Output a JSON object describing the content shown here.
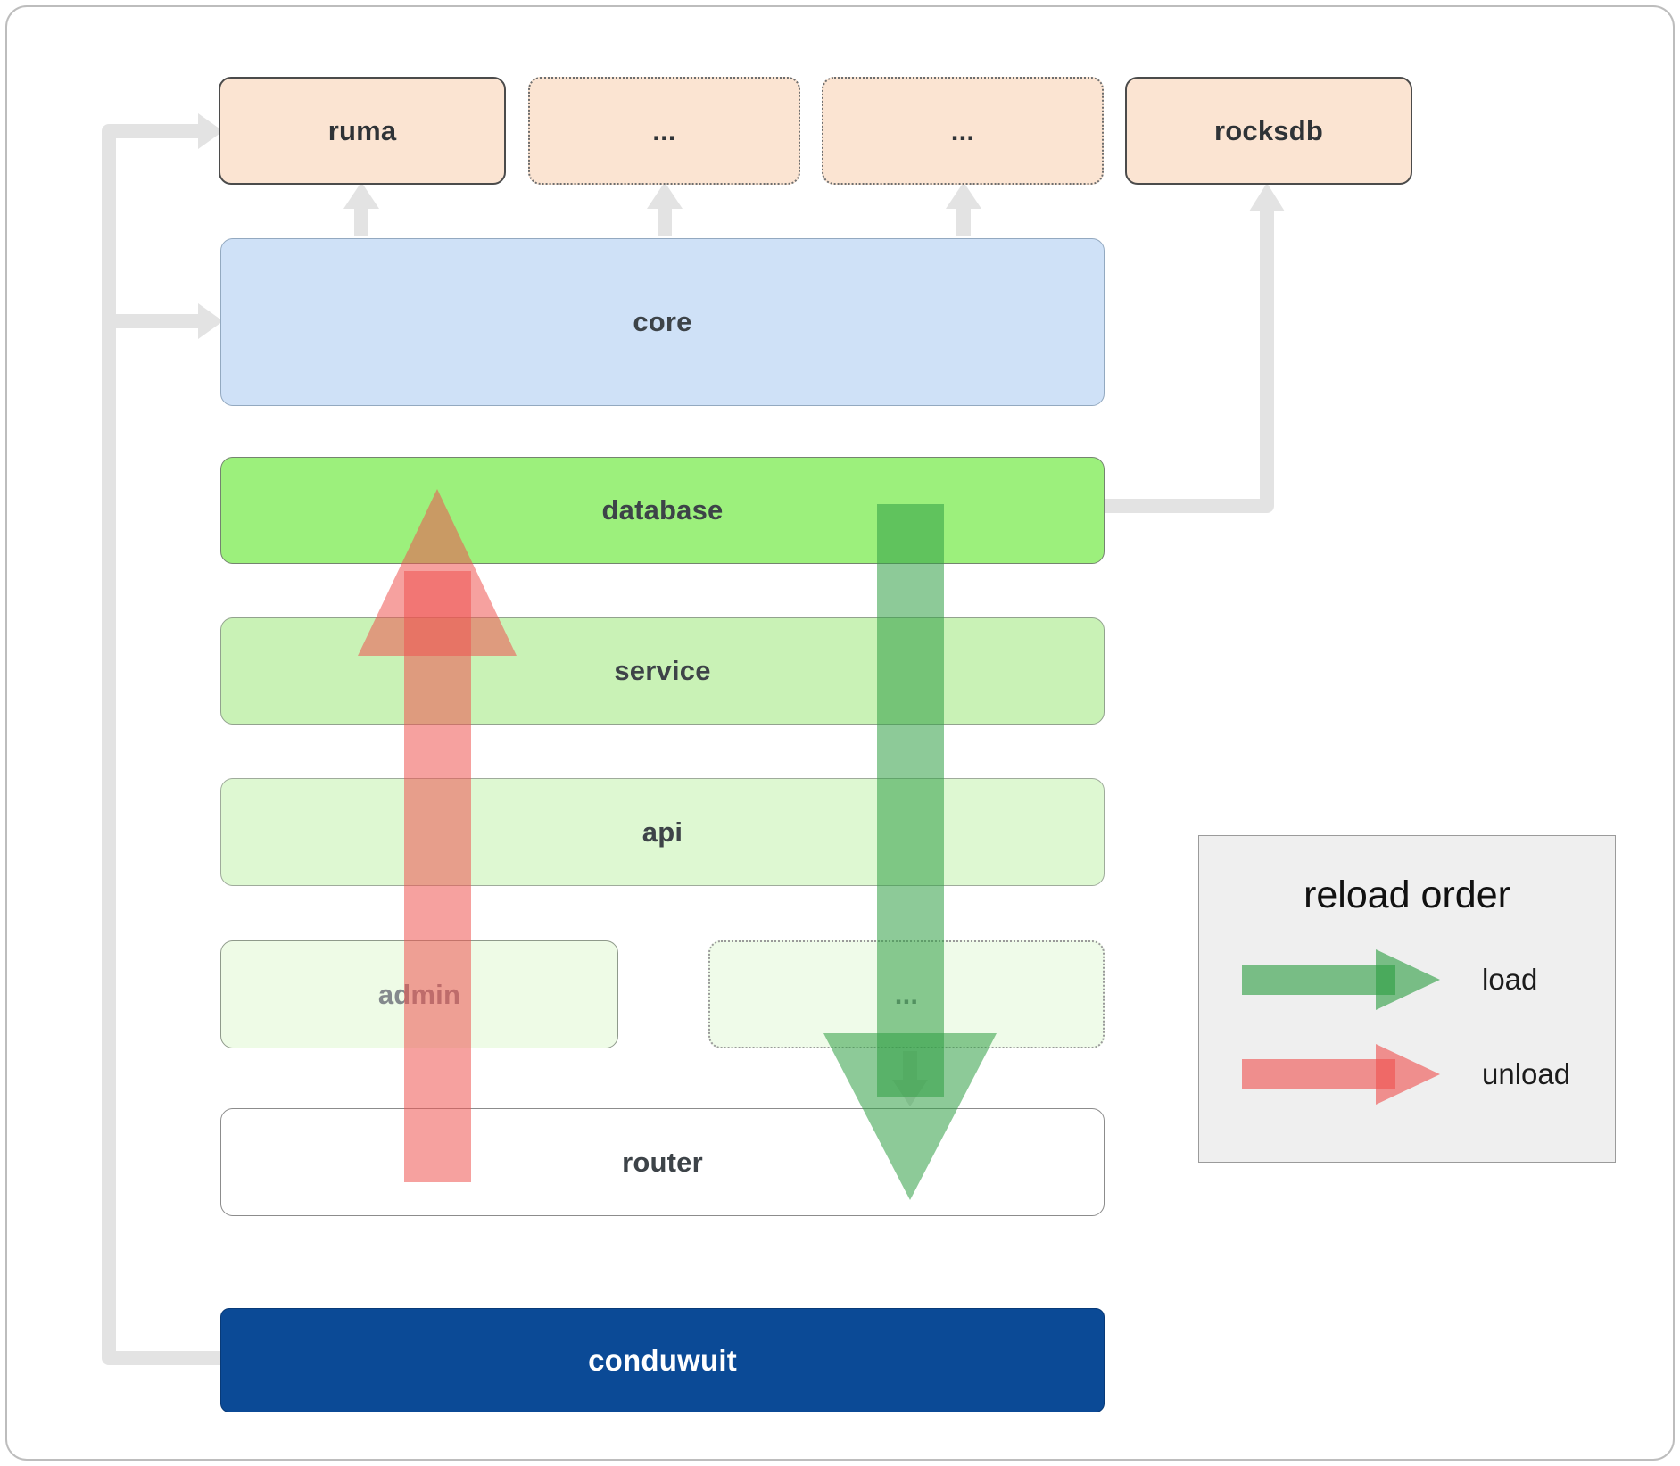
{
  "boxes": {
    "ruma": "ruma",
    "dep_more_1": "...",
    "dep_more_2": "...",
    "rocksdb": "rocksdb",
    "core": "core",
    "database": "database",
    "service": "service",
    "api": "api",
    "admin": "admin",
    "service_more": "...",
    "router": "router",
    "conduwuit": "conduwuit"
  },
  "legend": {
    "title": "reload order",
    "load_label": "load",
    "unload_label": "unload"
  },
  "colors": {
    "load_arrow": "#2f9e44",
    "unload_arrow": "#ef5350",
    "connector": "#e3e3e3",
    "conduwuit_bg": "#0b4a96",
    "dependency_bg": "#fbe4d2",
    "core_bg": "#cfe1f7",
    "database_bg": "#9cf07c",
    "service_bg": "#c9f2b6",
    "api_bg": "#def8d2",
    "admin_bg": "#eefbe6",
    "router_bg": "#ffffff"
  }
}
